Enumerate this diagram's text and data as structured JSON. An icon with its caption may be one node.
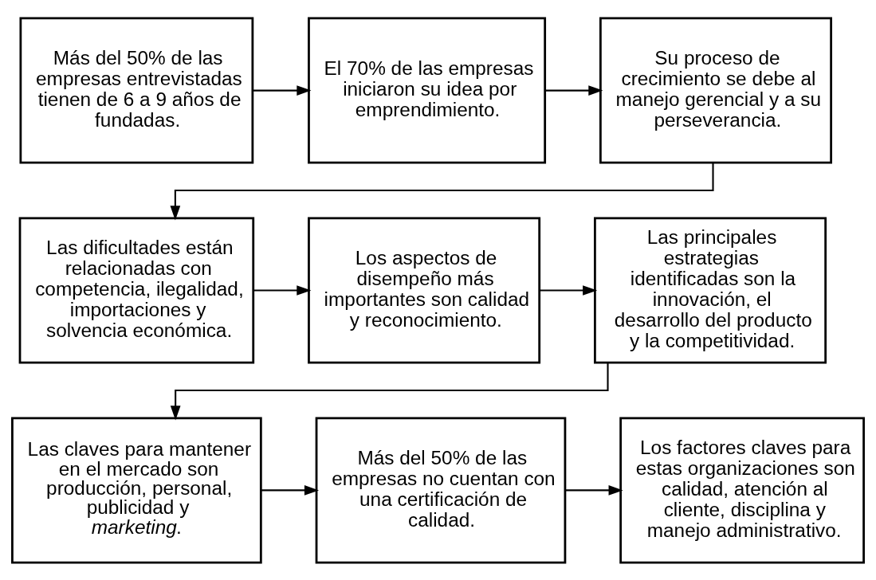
{
  "diagram": {
    "nodes": [
      {
        "text": [
          "Más del 50% de las empresas entrevistadas tienen de 6 a 9 años de fundadas."
        ]
      },
      {
        "text": [
          "El 70% de las empresas iniciaron su idea por emprendimiento."
        ]
      },
      {
        "text": [
          "Su proceso de crecimiento se debe al manejo gerencial y a su perseverancia."
        ]
      },
      {
        "text": [
          "Las dificultades están relacionadas con competencia, ilegalidad, importaciones y solvencia económica."
        ]
      },
      {
        "text": [
          "Los aspectos de disempeño más importantes son calidad y reconocimiento."
        ]
      },
      {
        "text": [
          "Las principales estrategias identificadas son la innovación, el desarrollo del producto y la competitividad."
        ]
      },
      {
        "text": [
          "Las claves para mantener en el mercado son producción, personal, publicidad y *marketing*."
        ]
      },
      {
        "text": [
          "Más del 50% de las empresas no cuentan con una certificación de calidad."
        ]
      },
      {
        "text": [
          "Los factores claves para estas organizaciones son calidad, atención al cliente, disciplina y manejo administrativo."
        ]
      }
    ],
    "edges": [
      {
        "from": 0,
        "to": 1,
        "arrow": "to"
      },
      {
        "from": 1,
        "to": 2,
        "arrow": "to"
      },
      {
        "from": 2,
        "to": 3,
        "arrow": "to"
      },
      {
        "from": 3,
        "to": 4,
        "arrow": "to"
      },
      {
        "from": 4,
        "to": 5,
        "arrow": "to"
      },
      {
        "from": 5,
        "to": 6,
        "arrow": "to"
      },
      {
        "from": 6,
        "to": 7,
        "arrow": "to"
      },
      {
        "from": 7,
        "to": 8,
        "arrow": "to"
      }
    ]
  }
}
